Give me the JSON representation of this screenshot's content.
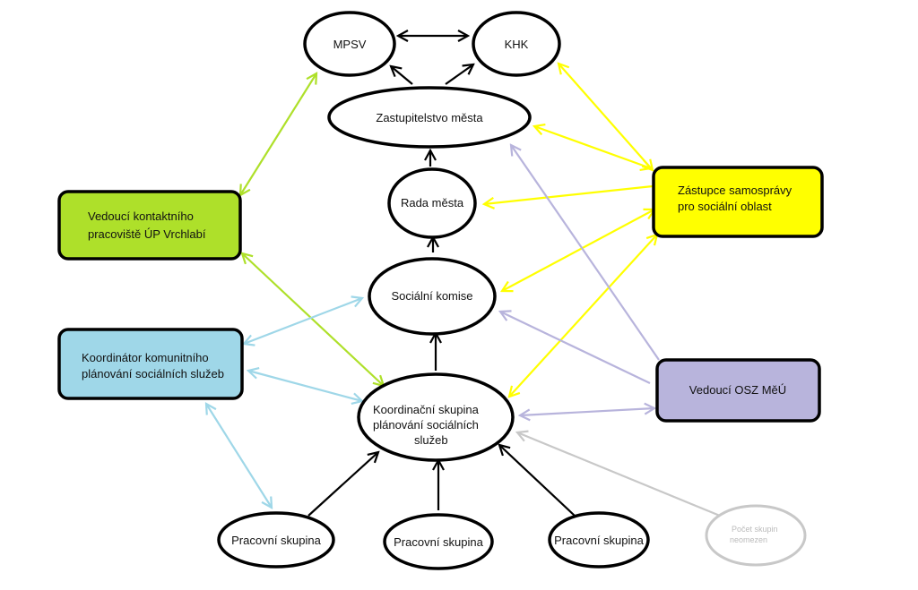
{
  "nodes": {
    "mpsv": {
      "text": [
        "MPSV"
      ]
    },
    "khk": {
      "text": [
        "KHK"
      ]
    },
    "zastupitelstvo": {
      "text": [
        "Zastupitelstvo města"
      ]
    },
    "rada": {
      "text": [
        "Rada města"
      ]
    },
    "komise": {
      "text": [
        "Sociální komise"
      ]
    },
    "koordinacni": {
      "text": [
        "Koordinační skupina",
        "plánování sociálních",
        "služeb"
      ]
    },
    "ps1": {
      "text": [
        "Pracovní skupina"
      ]
    },
    "ps2": {
      "text": [
        "Pracovní skupina"
      ]
    },
    "ps3": {
      "text": [
        "Pracovní skupina"
      ]
    },
    "pocet": {
      "text": [
        "Počet skupin",
        "neomezen"
      ]
    },
    "up": {
      "text": [
        "Vedoucí kontaktního",
        "pracoviště ÚP Vrchlabí"
      ]
    },
    "kpss": {
      "text": [
        "Koordinátor komunitního",
        "plánování sociálních služeb"
      ]
    },
    "zastupce": {
      "text": [
        "Zástupce samosprávy",
        "pro sociální oblast"
      ]
    },
    "osz": {
      "text": [
        "Vedoucí OSZ MěÚ"
      ]
    }
  },
  "colors": {
    "black": "#000000",
    "green": "#aee02a",
    "blue": "#9fd7e8",
    "yellow": "#ffff00",
    "lavender": "#b8b4dc",
    "gray": "#c8c8c8"
  }
}
